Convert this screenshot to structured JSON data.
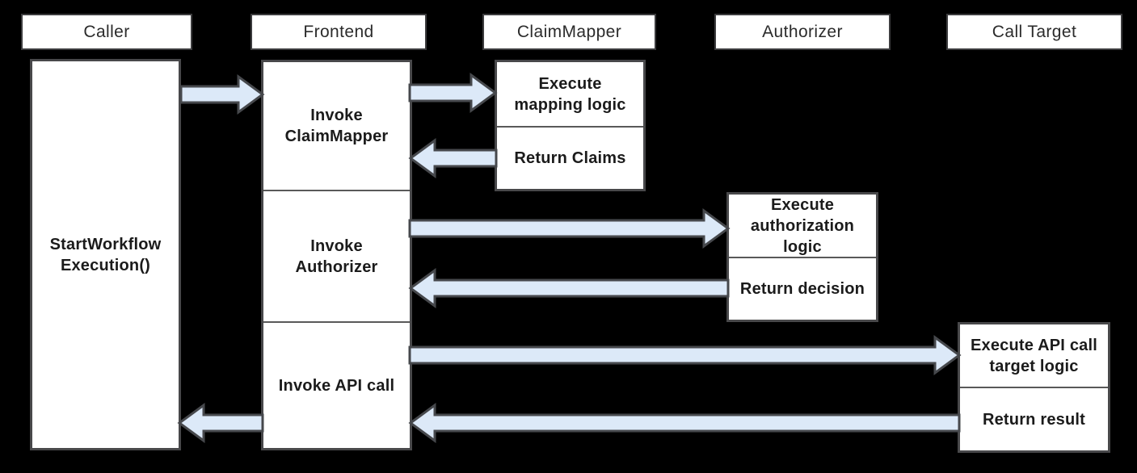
{
  "diagram": {
    "type": "sequence",
    "background_color": "#000000",
    "box_fill": "#ffffff",
    "box_border_color": "#48484a",
    "divider_color": "#595959",
    "arrow_fill": "#dce9f8",
    "arrow_outline_color": "#46484c",
    "lifelines": [
      {
        "label": "Caller"
      },
      {
        "label": "Frontend"
      },
      {
        "label": "ClaimMapper"
      },
      {
        "label": "Authorizer"
      },
      {
        "label": "Call Target"
      }
    ],
    "activations": {
      "caller": "StartWorkflow\nExecution()",
      "frontend": [
        "Invoke\nClaimMapper",
        "Invoke\nAuthorizer",
        "Invoke API call"
      ],
      "claimmapper": [
        "Execute\nmapping logic",
        "Return Claims"
      ],
      "authorizer": [
        "Execute\nauthorization\nlogic",
        "Return decision"
      ],
      "calltarget": [
        "Execute API call\ntarget logic",
        "Return result"
      ]
    },
    "messages": [
      {
        "from": "Caller",
        "to": "Frontend"
      },
      {
        "from": "Frontend",
        "to": "ClaimMapper"
      },
      {
        "from": "ClaimMapper",
        "to": "Frontend"
      },
      {
        "from": "Frontend",
        "to": "Authorizer"
      },
      {
        "from": "Authorizer",
        "to": "Frontend"
      },
      {
        "from": "Frontend",
        "to": "Call Target"
      },
      {
        "from": "Call Target",
        "to": "Frontend"
      },
      {
        "from": "Frontend",
        "to": "Caller"
      }
    ]
  }
}
